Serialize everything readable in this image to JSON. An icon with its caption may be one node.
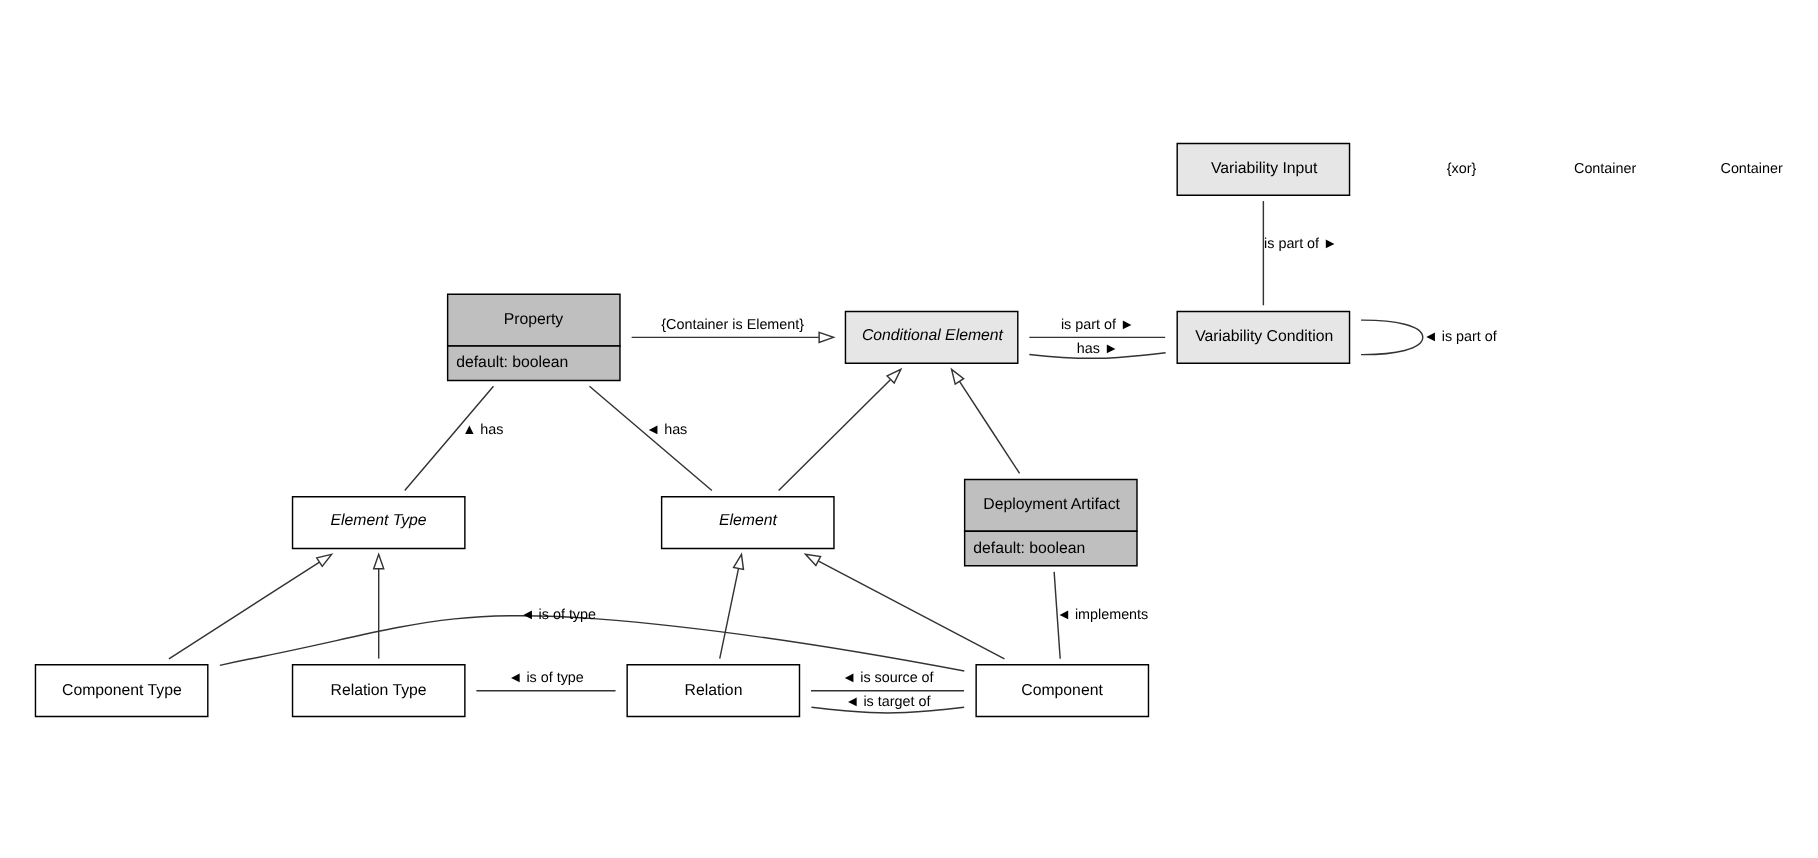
{
  "diagram": {
    "nodes": [
      {
        "text": [
          "Variability Input"
        ]
      },
      {
        "text": [
          "Property",
          "default: boolean"
        ]
      },
      {
        "text": [
          "Conditional Element"
        ]
      },
      {
        "text": [
          "Variability Condition"
        ]
      },
      {
        "text": [
          "Element Type"
        ]
      },
      {
        "text": [
          "Element"
        ]
      },
      {
        "text": [
          "Deployment Artifact",
          "default: boolean"
        ]
      },
      {
        "text": [
          "Component Type"
        ]
      },
      {
        "text": [
          "Relation Type"
        ]
      },
      {
        "text": [
          "Relation"
        ]
      },
      {
        "text": [
          "Component"
        ]
      }
    ],
    "edges": [
      {
        "from": 0,
        "to": 3,
        "arrow": "none",
        "label": "is part of ►"
      },
      {
        "from": 3,
        "to": 3,
        "arrow": "none",
        "label": "◄ is part of"
      },
      {
        "from": 2,
        "to": 3,
        "arrow": "none",
        "label": "has ►"
      },
      {
        "from": 2,
        "to": 3,
        "arrow": "none",
        "label": "is part of ►"
      },
      {
        "from": 1,
        "to": 2,
        "arrow": "to",
        "label": "{Container is Element}"
      },
      {
        "from": 1,
        "to": 5,
        "arrow": "none",
        "label": "◄ has"
      },
      {
        "from": 1,
        "to": 4,
        "arrow": "none",
        "label": "▲ has"
      },
      {
        "from": 5,
        "to": 2,
        "arrow": "to"
      },
      {
        "from": 6,
        "to": 2,
        "arrow": "to"
      },
      {
        "from": 7,
        "to": 4,
        "arrow": "to"
      },
      {
        "from": 8,
        "to": 4,
        "arrow": "to"
      },
      {
        "from": 9,
        "to": 5,
        "arrow": "to"
      },
      {
        "from": 10,
        "to": 5,
        "arrow": "to"
      },
      {
        "from": 9,
        "to": 10,
        "arrow": "none",
        "label": "◄ is source of"
      },
      {
        "from": 9,
        "to": 10,
        "arrow": "none",
        "label": "◄ is target of"
      },
      {
        "from": 6,
        "to": 10,
        "arrow": "none",
        "label": "◄ implements"
      },
      {
        "from": 7,
        "to": 10,
        "arrow": "none",
        "label": "◄ is of type"
      },
      {
        "from": 8,
        "to": 9,
        "arrow": "none",
        "label": "◄ is of type"
      }
    ],
    "labels": [
      "{xor}",
      "Container",
      "Container"
    ]
  }
}
